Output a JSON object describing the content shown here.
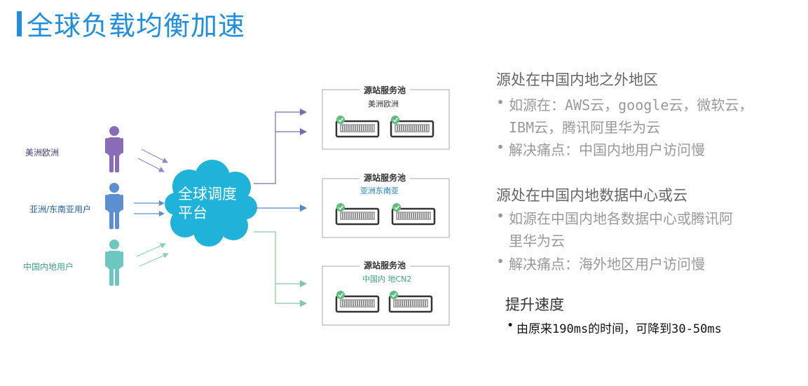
{
  "title": "全球负载均衡加速",
  "users": [
    {
      "label": "美洲欧洲",
      "color": "#3c3c7a",
      "figure": "#8a6bb8"
    },
    {
      "label": "亚洲/东南亚用户",
      "color": "#1f5f9f",
      "figure": "#5b8fd0"
    },
    {
      "label": "中国内地用户",
      "color": "#3ea08a",
      "figure": "#6ec6c0"
    }
  ],
  "cloud": {
    "label": "全球调度平台",
    "line1": "全球调度",
    "line2": "平台",
    "color": "#1fb3d9"
  },
  "pools": [
    {
      "title": "源站服务池",
      "region": "美洲欧洲",
      "region_color": "#333333",
      "arrow_color": "#7070b0"
    },
    {
      "title": "源站服务池",
      "region": "亚洲东南亚",
      "region_color": "#1f7fc0",
      "arrow_color": "#4a8ad0"
    },
    {
      "title": "源站服务池",
      "region": "中国内 地CN2",
      "region_color": "#3aa880",
      "arrow_color": "#80c8a8"
    }
  ],
  "sections": [
    {
      "heading": "源处在中国内地之外地区",
      "bullets": [
        {
          "lines": [
            "如源在：AWS云，google云，微软云，",
            "IBM云，腾讯阿里华为云"
          ]
        },
        {
          "lines": [
            "解决痛点：中国内地用户访问慢"
          ]
        }
      ]
    },
    {
      "heading": "源处在中国内地数据中心或云",
      "bullets": [
        {
          "lines": [
            "如源在中国内地各数据中心或腾讯阿",
            "里华为云"
          ]
        },
        {
          "lines": [
            "解决痛点：海外地区用户访问慢"
          ]
        }
      ]
    },
    {
      "heading": "提升速度",
      "bullets": [
        {
          "lines": [
            "由原来190ms的时间，可降到30-50ms"
          ]
        }
      ]
    }
  ],
  "bullet_char": "•",
  "accent_color": "#1e8fe0",
  "icons": [
    "person-icon",
    "cloud-icon",
    "server-icon",
    "check-icon"
  ]
}
